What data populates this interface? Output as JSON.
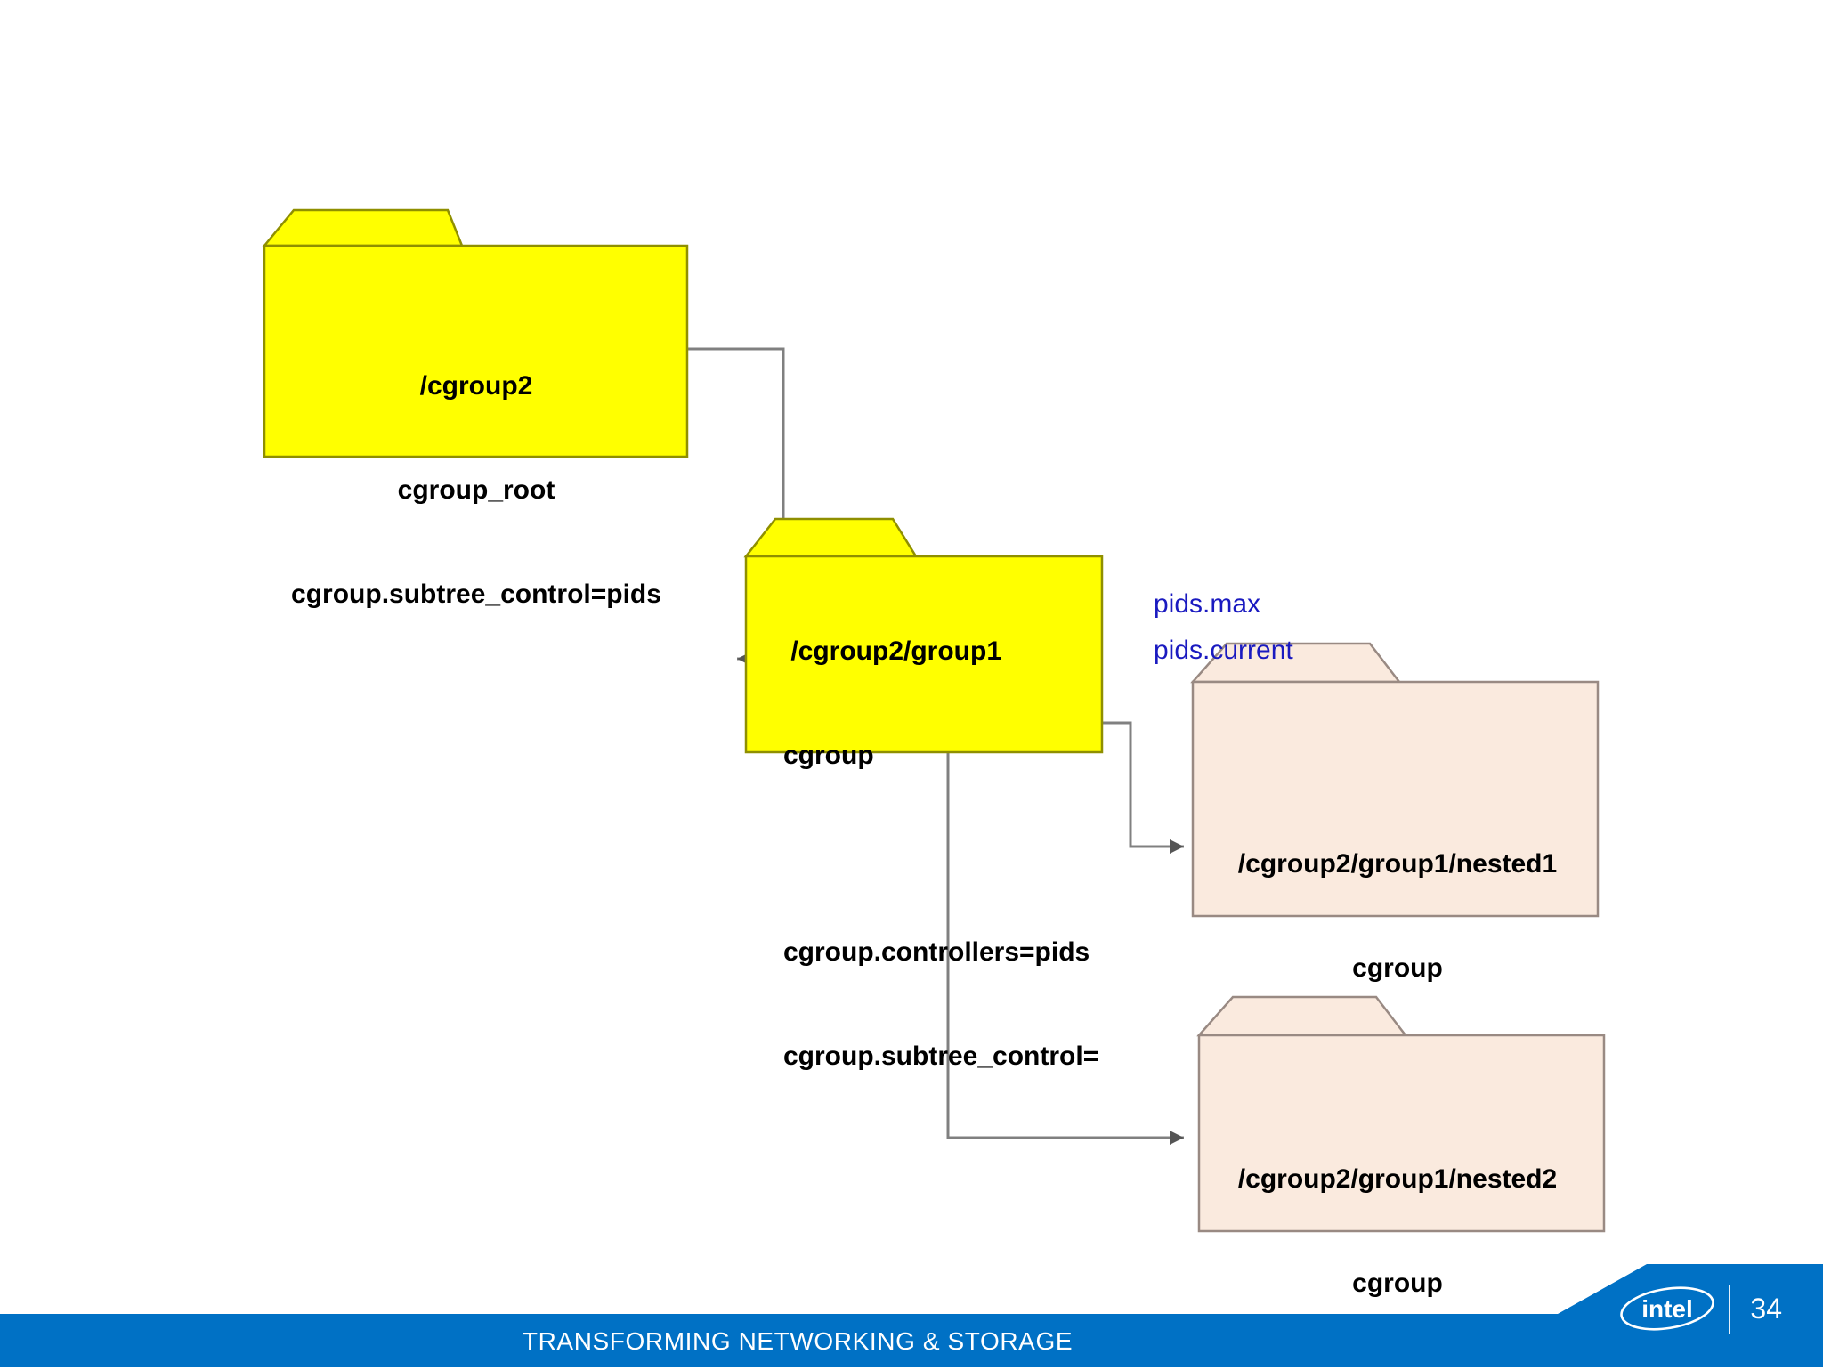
{
  "slide": {
    "background_color": "#ffffff",
    "page_number": "34",
    "footer_text": "TRANSFORMING NETWORKING & STORAGE",
    "footer_color": "#0071c5",
    "brand": "intel"
  },
  "diagram": {
    "type": "tree",
    "colors": {
      "cgroup_v2_fill": "#ffff00",
      "cgroup_v2_stroke": "#8f8f00",
      "nested_fill": "#faeade",
      "nested_stroke": "#998a83",
      "connector_stroke": "#808080",
      "annotation_text": "#1a1ac0",
      "node_text": "#000000"
    },
    "nodes": [
      {
        "id": "root",
        "shape": "folder",
        "fill": "#ffff00",
        "lines": [
          "/cgroup2",
          "cgroup_root",
          "cgroup.subtree_control=pids"
        ]
      },
      {
        "id": "group1",
        "shape": "folder",
        "fill": "#ffff00",
        "lines": [
          " /cgroup2/group1",
          "cgroup",
          "",
          "cgroup.controllers=pids",
          "cgroup.subtree_control="
        ]
      },
      {
        "id": "nested1",
        "shape": "folder",
        "fill": "#faeade",
        "lines": [
          "/cgroup2/group1/nested1",
          "cgroup"
        ]
      },
      {
        "id": "nested2",
        "shape": "folder",
        "fill": "#faeade",
        "lines": [
          "/cgroup2/group1/nested2",
          "cgroup"
        ]
      }
    ],
    "annotations": [
      {
        "id": "pids-max",
        "text": "pids.max",
        "color": "#1a1ac0"
      },
      {
        "id": "pids-current",
        "text": "pids.current",
        "color": "#1a1ac0"
      }
    ],
    "edges": [
      {
        "from": "root",
        "to": "group1"
      },
      {
        "from": "group1",
        "to": "nested1"
      },
      {
        "from": "group1",
        "to": "nested2"
      }
    ]
  }
}
